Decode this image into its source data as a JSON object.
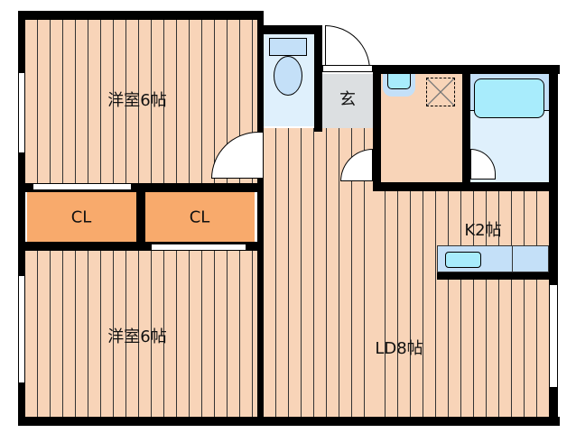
{
  "rooms": {
    "western_room_1": "洋室6帖",
    "western_room_2": "洋室6帖",
    "closet_1": "CL",
    "closet_2": "CL",
    "entrance": "玄",
    "kitchen": "K2帖",
    "living_dining": "LD8帖"
  },
  "colors": {
    "floor": "#f8d4b8",
    "closet": "#f8aa6c",
    "wet_area": "#dff0fc",
    "fixture": "#a8ecfc",
    "entrance": "#dcdfe1",
    "wall": "#000000"
  }
}
